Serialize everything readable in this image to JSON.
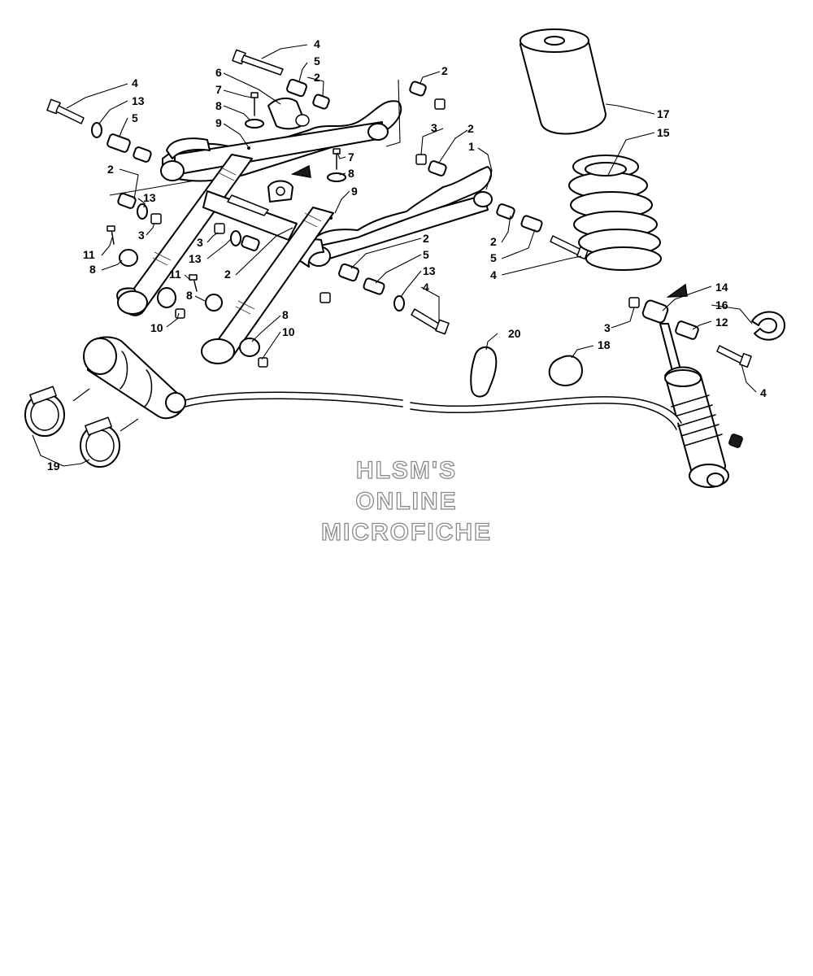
{
  "callouts": {
    "c1": "1",
    "c2": "2",
    "c3": "3",
    "c4": "4",
    "c5": "5",
    "c6": "6",
    "c7": "7",
    "c8": "8",
    "c9": "9",
    "c10": "10",
    "c11": "11",
    "c12": "12",
    "c13": "13",
    "c14": "14",
    "c15": "15",
    "c16": "16",
    "c17": "17",
    "c18": "18",
    "c19": "19",
    "c20": "20"
  },
  "watermark": {
    "line1": "HLSM'S",
    "line2": "ONLINE",
    "line3": "MICROFICHE"
  }
}
